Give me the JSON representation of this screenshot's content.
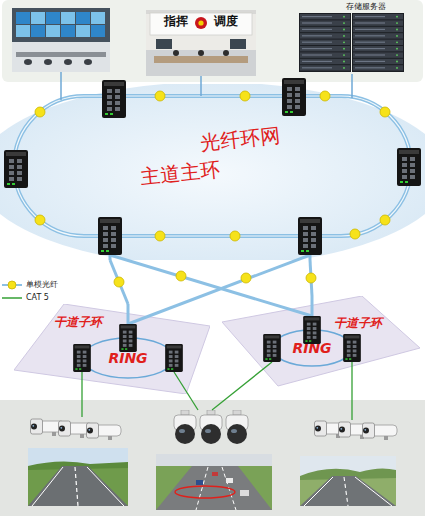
{
  "diagram": {
    "nodes": [
      {
        "text": [
          "指挥",
          "调度"
        ]
      },
      {
        "text": [
          "存储服务器"
        ]
      },
      {
        "text": [
          "光纤环网",
          "主道主环"
        ]
      },
      {
        "text": [
          "干道子环",
          "RING"
        ]
      },
      {
        "text": [
          "干道子环",
          "RING"
        ]
      }
    ],
    "edges": [
      {
        "from": 0,
        "to": 2,
        "arrow": "none"
      },
      {
        "from": 1,
        "to": 2,
        "arrow": "none"
      },
      {
        "from": 2,
        "to": 3,
        "arrow": "none"
      },
      {
        "from": 2,
        "to": 4,
        "arrow": "none"
      }
    ],
    "legend": [
      {
        "text": "单模光纤"
      },
      {
        "text": "CAT 5"
      }
    ]
  }
}
